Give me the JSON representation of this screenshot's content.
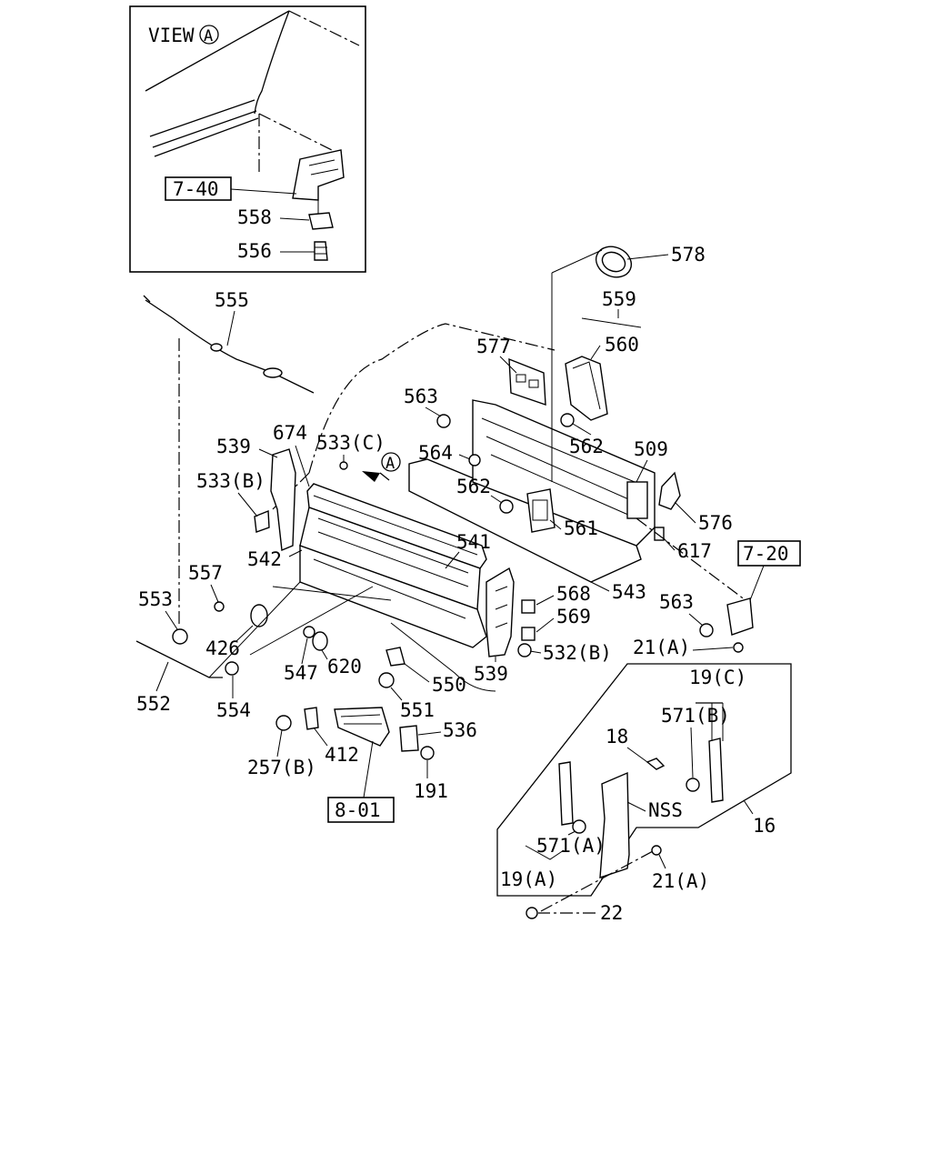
{
  "inset": {
    "view_label": "VIEW",
    "view_letter": "A",
    "ref_box": "7-40",
    "parts": [
      "558",
      "556"
    ]
  },
  "ref_boxes": {
    "r720": "7-20",
    "r801": "8-01"
  },
  "callouts": {
    "c578": "578",
    "c559": "559",
    "c560": "560",
    "c555": "555",
    "c577": "577",
    "c563a": "563",
    "c562a": "562",
    "c564": "564",
    "c674": "674",
    "c539a": "539",
    "c533c": "533(C)",
    "c533b": "533(B)",
    "c509": "509",
    "c562b": "562",
    "c561": "561",
    "c576": "576",
    "c617": "617",
    "c542": "542",
    "c541": "541",
    "c543": "543",
    "c557": "557",
    "c553": "553",
    "c568": "568",
    "c569": "569",
    "c563b": "563",
    "c426": "426",
    "c547": "547",
    "c620": "620",
    "c539b": "539",
    "c532b": "532(B)",
    "c21a1": "21(A)",
    "c550": "550",
    "c552": "552",
    "c554": "554",
    "c551": "551",
    "c19c": "19(C)",
    "c571b": "571(B)",
    "c536": "536",
    "c18": "18",
    "c257b": "257(B)",
    "c412": "412",
    "c191": "191",
    "c16": "16",
    "cnss": "NSS",
    "c571a": "571(A)",
    "c19a": "19(A)",
    "c21a2": "21(A)",
    "c22": "22"
  },
  "view_marker_letter": "A"
}
